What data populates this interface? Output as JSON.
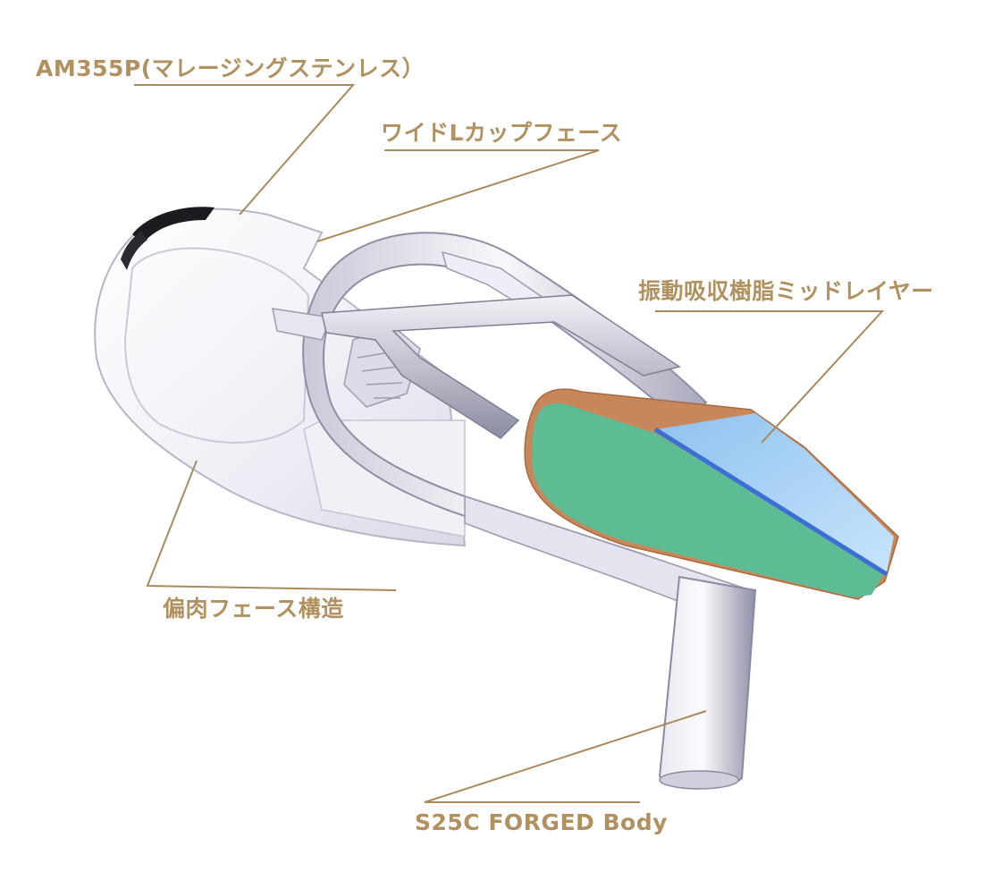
{
  "colors": {
    "label": "#b0915f",
    "leader": "#a88a5c",
    "metal_light": "#f3f3f8",
    "metal_mid": "#d6d6e2",
    "metal_dark": "#9a9aad",
    "resin_green": "#5ebc94",
    "resin_blue": "#a9d3f4",
    "resin_edge": "#c8875a",
    "divider_blue": "#3c6fd6",
    "toe_black": "#1c1c20"
  },
  "labels": {
    "am355p": "AM355P(マレージングステンレス）",
    "cup_face": "ワイドLカップフェース",
    "damping_layer": "振動吸収樹脂ミッドレイヤー",
    "offset_face": "偏肉フェース構造",
    "body": "S25C FORGED Body"
  }
}
